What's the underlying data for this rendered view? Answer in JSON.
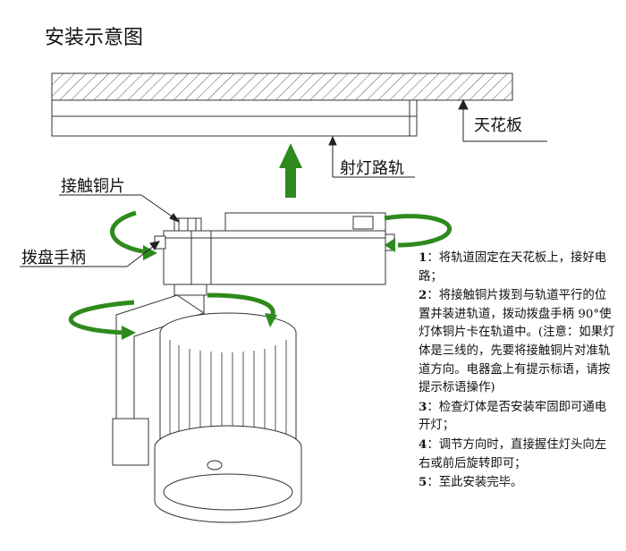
{
  "title": "安装示意图",
  "labels": {
    "ceiling": "天花板",
    "track": "射灯路轨",
    "contact": "接触铜片",
    "handle": "拨盘手柄"
  },
  "steps": [
    {
      "num": "1",
      "text": "：将轨道固定在天花板上，接好电路；"
    },
    {
      "num": "2",
      "text": "：将接触铜片拨到与轨道平行的位置并装进轨道，拨动拨盘手柄 90°使灯体铜片卡在轨道中。(注意：如果灯体是三线的，先要将接触铜片对准轨道方向。电器盒上有提示标语，请按提示标语操作)"
    },
    {
      "num": "3",
      "text": "：检查灯体是否安装牢固即可通电开灯；"
    },
    {
      "num": "4",
      "text": "：调节方向时，直接握住灯头向左右或前后旋转即可；"
    },
    {
      "num": "5",
      "text": "：至此安装完毕。"
    }
  ],
  "colors": {
    "arrow_green": "#2f8a1e",
    "line": "#333333"
  }
}
